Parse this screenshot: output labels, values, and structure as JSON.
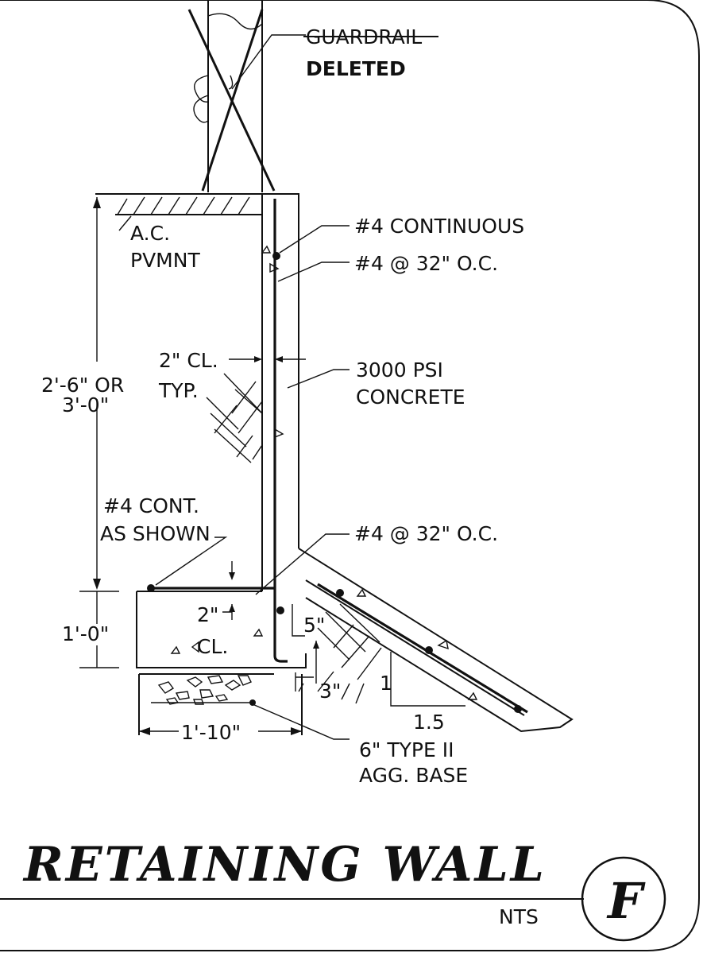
{
  "drawing": {
    "title": "RETAINING WALL",
    "detail_letter": "F",
    "scale_note": "NTS",
    "labels": {
      "guardrail": "GUARDRAIL",
      "deleted": "DELETED",
      "ac_line1": "A.C.",
      "ac_line2": "PVMNT",
      "cont_rebar": "#4 CONTINUOUS",
      "rebar_spacing_top": "#4 @ 32\" O.C.",
      "clearance": "2\" CL.",
      "typ": "TYP.",
      "concrete_line1": "3000 PSI",
      "concrete_line2": "CONCRETE",
      "height_line1": "2'-6\" OR",
      "height_line2": "3'-0\"",
      "cont_shown_line1": "#4 CONT.",
      "cont_shown_line2": "AS SHOWN",
      "rebar_spacing_bottom": "#4 @ 32\" O.C.",
      "footing_height": "1'-0\"",
      "footing_clear_dim": "2\"",
      "footing_clear_label": "CL.",
      "dim_5": "5\"",
      "dim_3": "3\"",
      "slope_rise": "1",
      "slope_run": "1.5",
      "footing_width": "1'-10\"",
      "base_line1": "6\" TYPE II",
      "base_line2": "AGG. BASE"
    }
  }
}
